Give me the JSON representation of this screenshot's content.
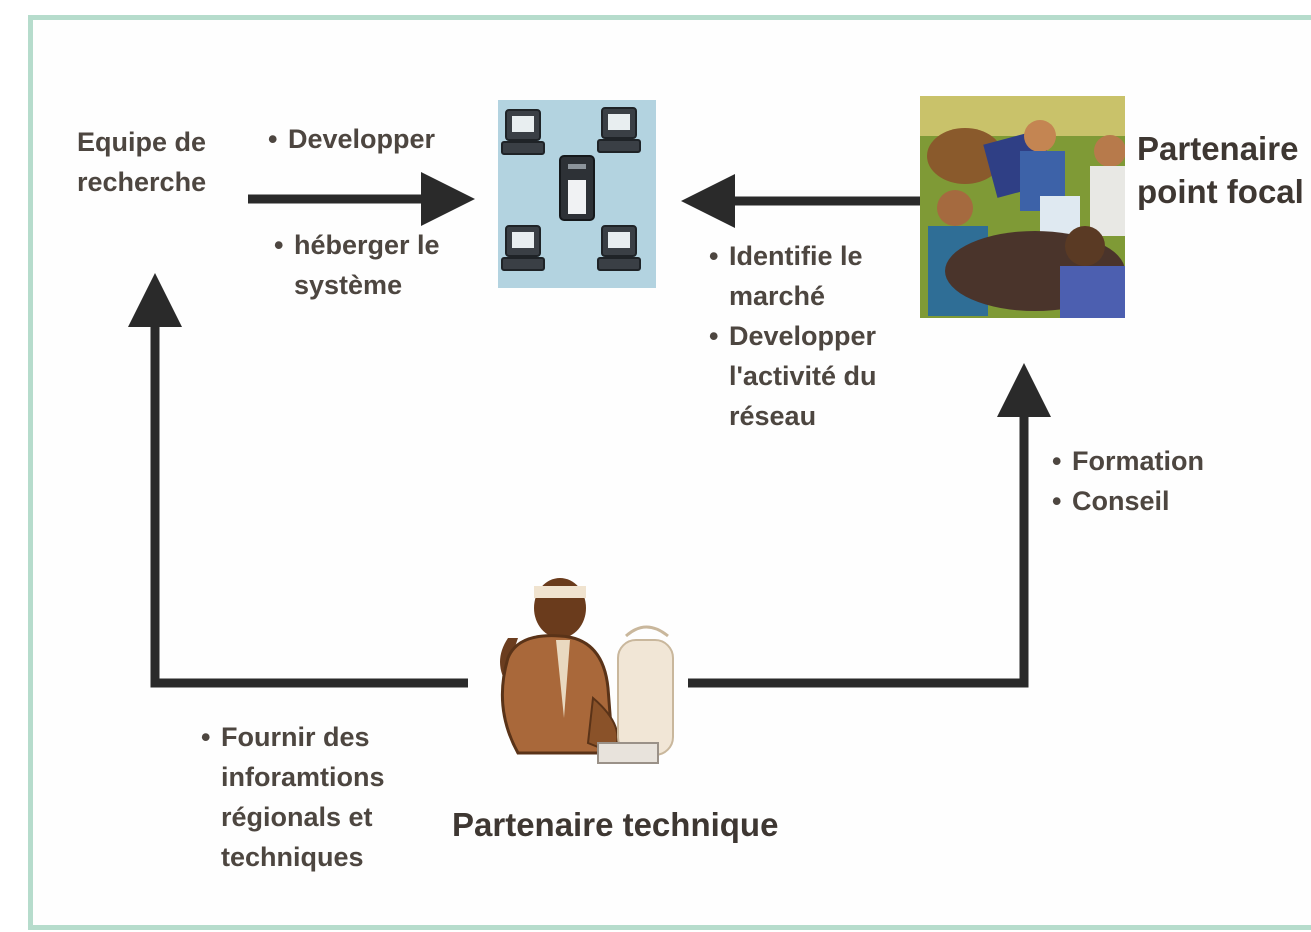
{
  "research_team": {
    "label_line1": "Equipe de",
    "label_line2": "recherche"
  },
  "research_actions": {
    "top": "Developper",
    "bottom_line1": "héberger le",
    "bottom_line2": "système"
  },
  "focal_partner": {
    "label_line1": "Partenaire",
    "label_line2": "point focal"
  },
  "focal_actions": {
    "item1_line1": "Identifie le",
    "item1_line2": "marché",
    "item2_line1": "Developper",
    "item2_line2": "l'activité du",
    "item2_line3": "réseau"
  },
  "training": {
    "item1": "Formation",
    "item2": "Conseil"
  },
  "info": {
    "line1": "Fournir des",
    "line2": "inforamtions",
    "line3": "régionals et",
    "line4": "techniques"
  },
  "technical_partner": {
    "label": "Partenaire technique"
  },
  "colors": {
    "border": "#b6dccc",
    "arrow": "#2a2a2a",
    "text": "#4d4640",
    "network_bg": "#b3d3e0"
  },
  "icons": [
    "network-computers-icon",
    "meeting-people-icon",
    "technician-person-icon"
  ]
}
